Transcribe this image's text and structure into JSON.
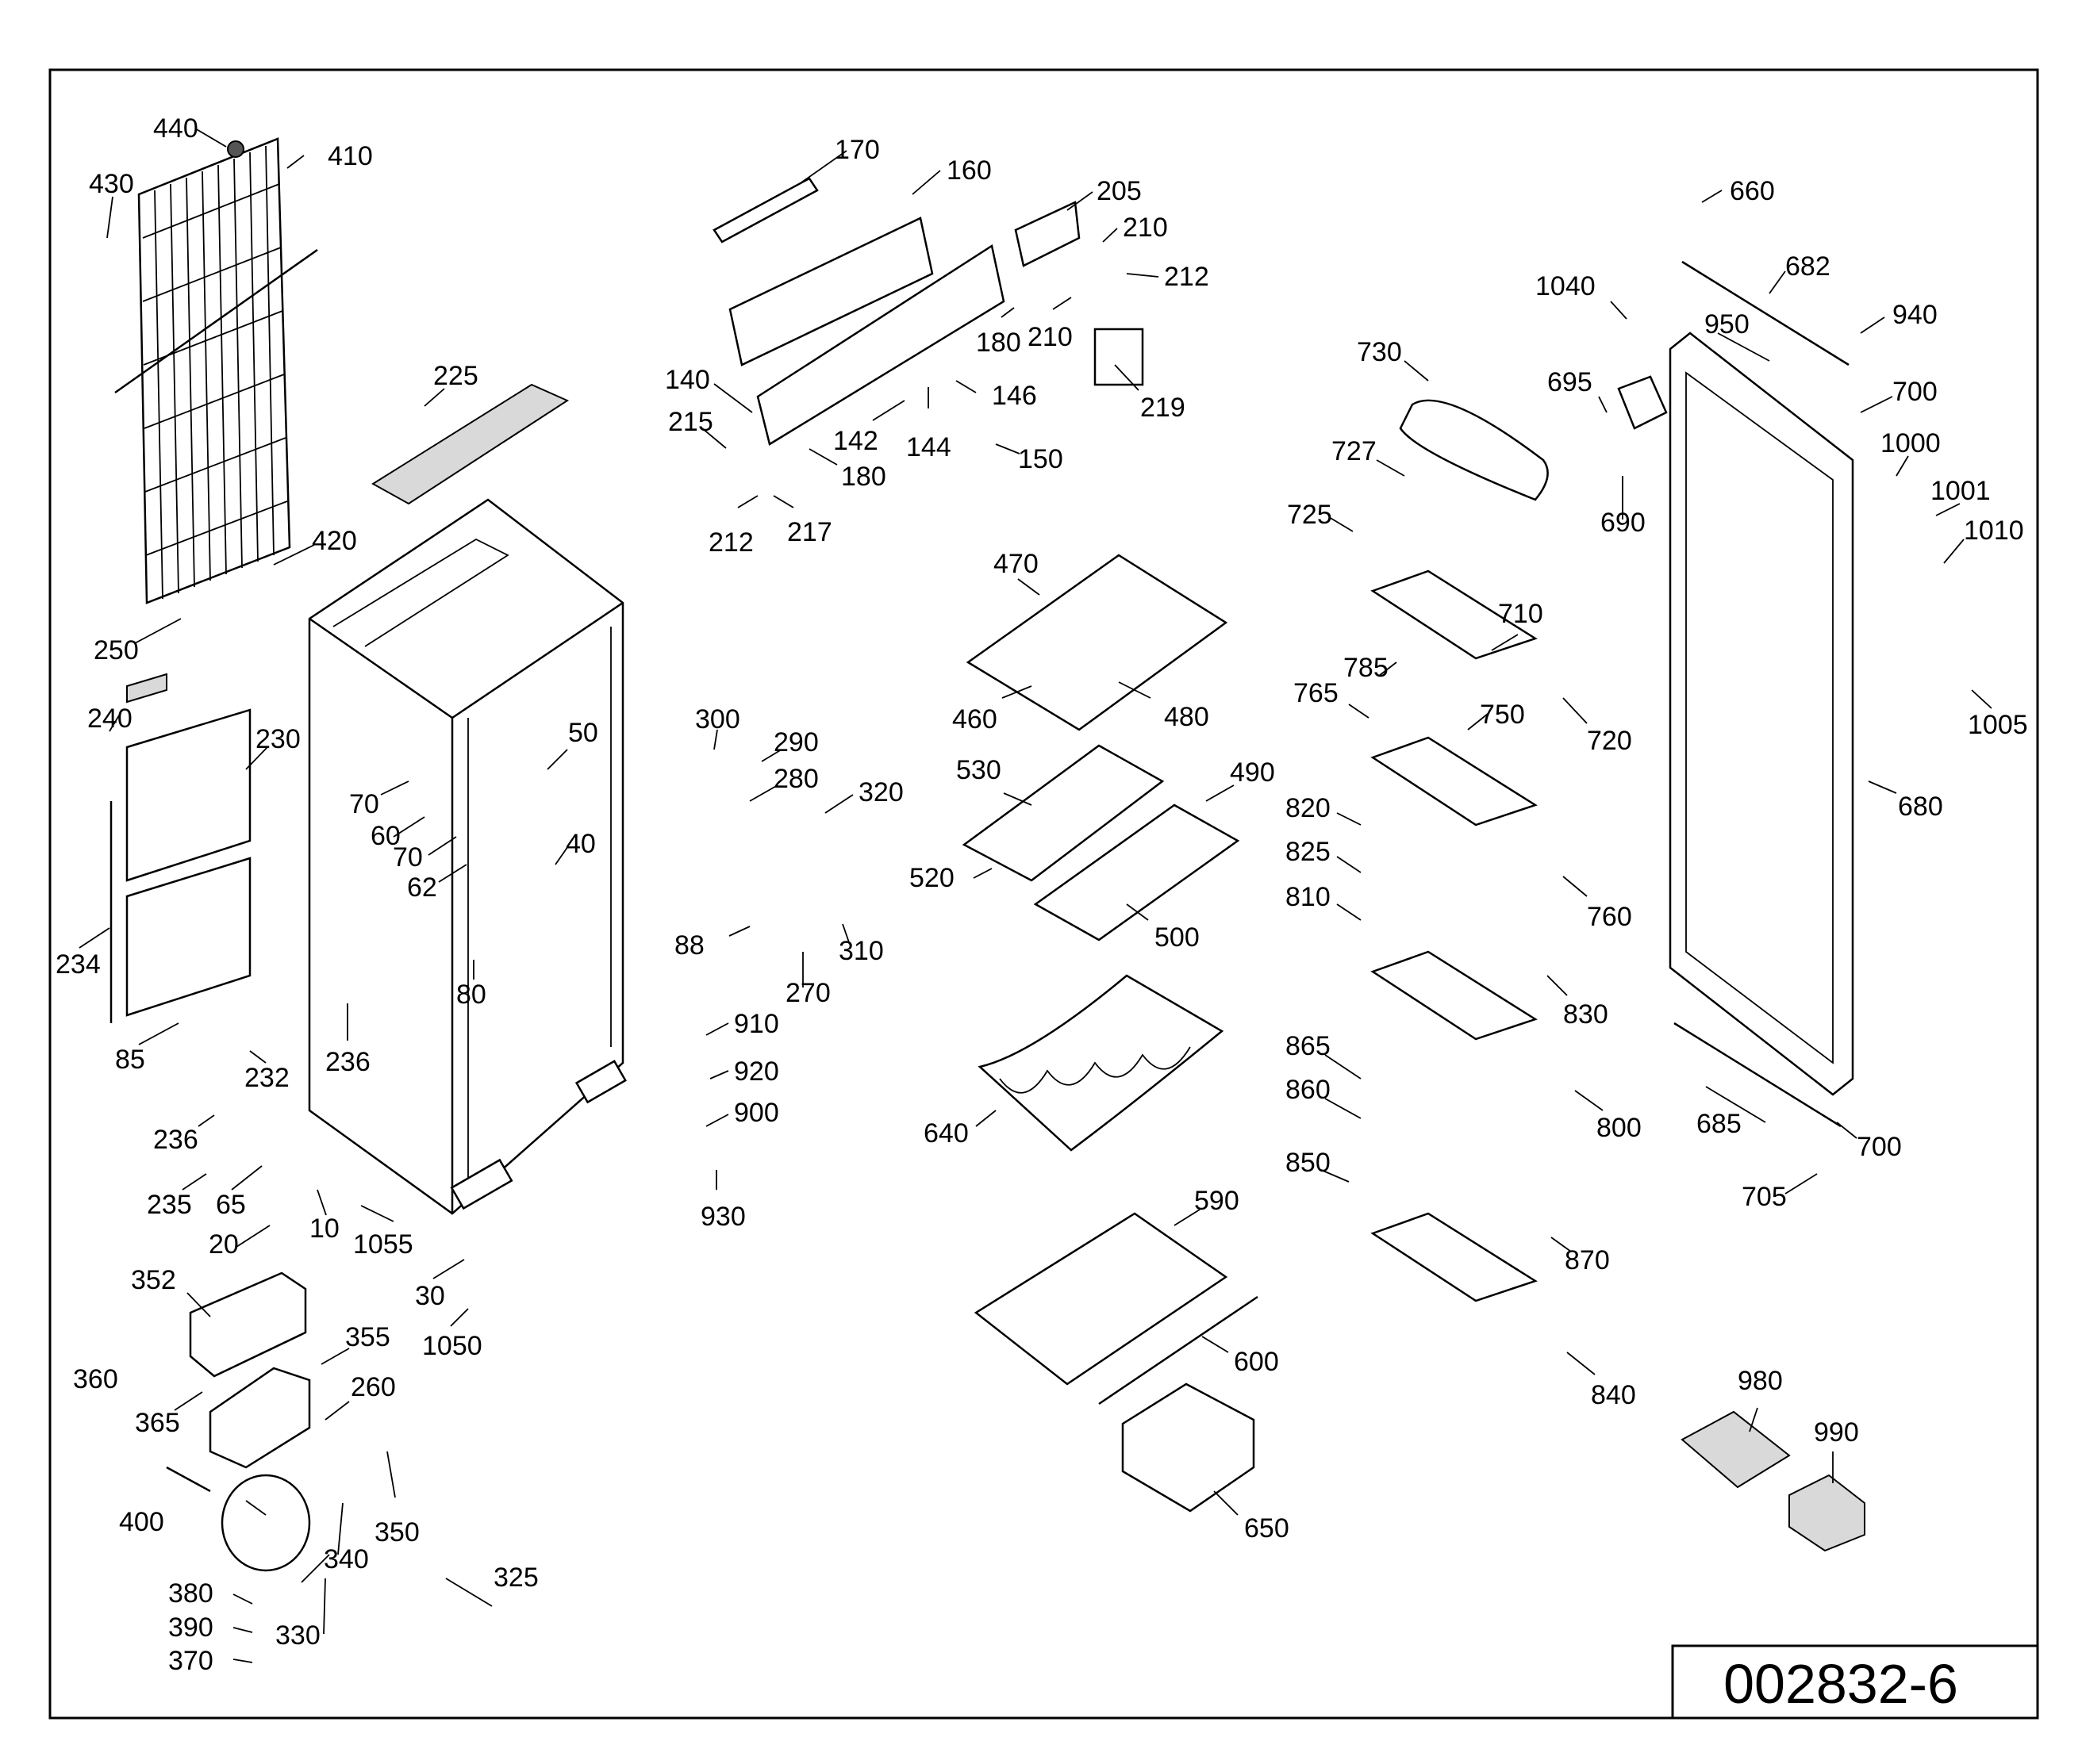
{
  "drawing_number": "002832-6",
  "part_labels": [
    "440",
    "410",
    "430",
    "420",
    "250",
    "225",
    "240",
    "230",
    "234",
    "85",
    "232",
    "236",
    "236",
    "235",
    "65",
    "20",
    "10",
    "1055",
    "30",
    "1050",
    "70",
    "60",
    "70",
    "62",
    "50",
    "40",
    "80",
    "352",
    "355",
    "360",
    "365",
    "260",
    "400",
    "350",
    "340",
    "330",
    "380",
    "390",
    "370",
    "325",
    "170",
    "160",
    "205",
    "210",
    "212",
    "180",
    "210",
    "219",
    "140",
    "146",
    "215",
    "142",
    "144",
    "150",
    "180",
    "212",
    "217",
    "300",
    "290",
    "280",
    "320",
    "88",
    "310",
    "270",
    "910",
    "920",
    "900",
    "930",
    "470",
    "460",
    "480",
    "530",
    "490",
    "520",
    "500",
    "640",
    "590",
    "600",
    "650",
    "730",
    "727",
    "725",
    "710",
    "785",
    "765",
    "750",
    "720",
    "820",
    "825",
    "810",
    "760",
    "830",
    "800",
    "865",
    "860",
    "850",
    "870",
    "840",
    "660",
    "682",
    "1040",
    "950",
    "940",
    "695",
    "700",
    "690",
    "1000",
    "1001",
    "1010",
    "1005",
    "680",
    "685",
    "700",
    "705",
    "980",
    "990"
  ]
}
